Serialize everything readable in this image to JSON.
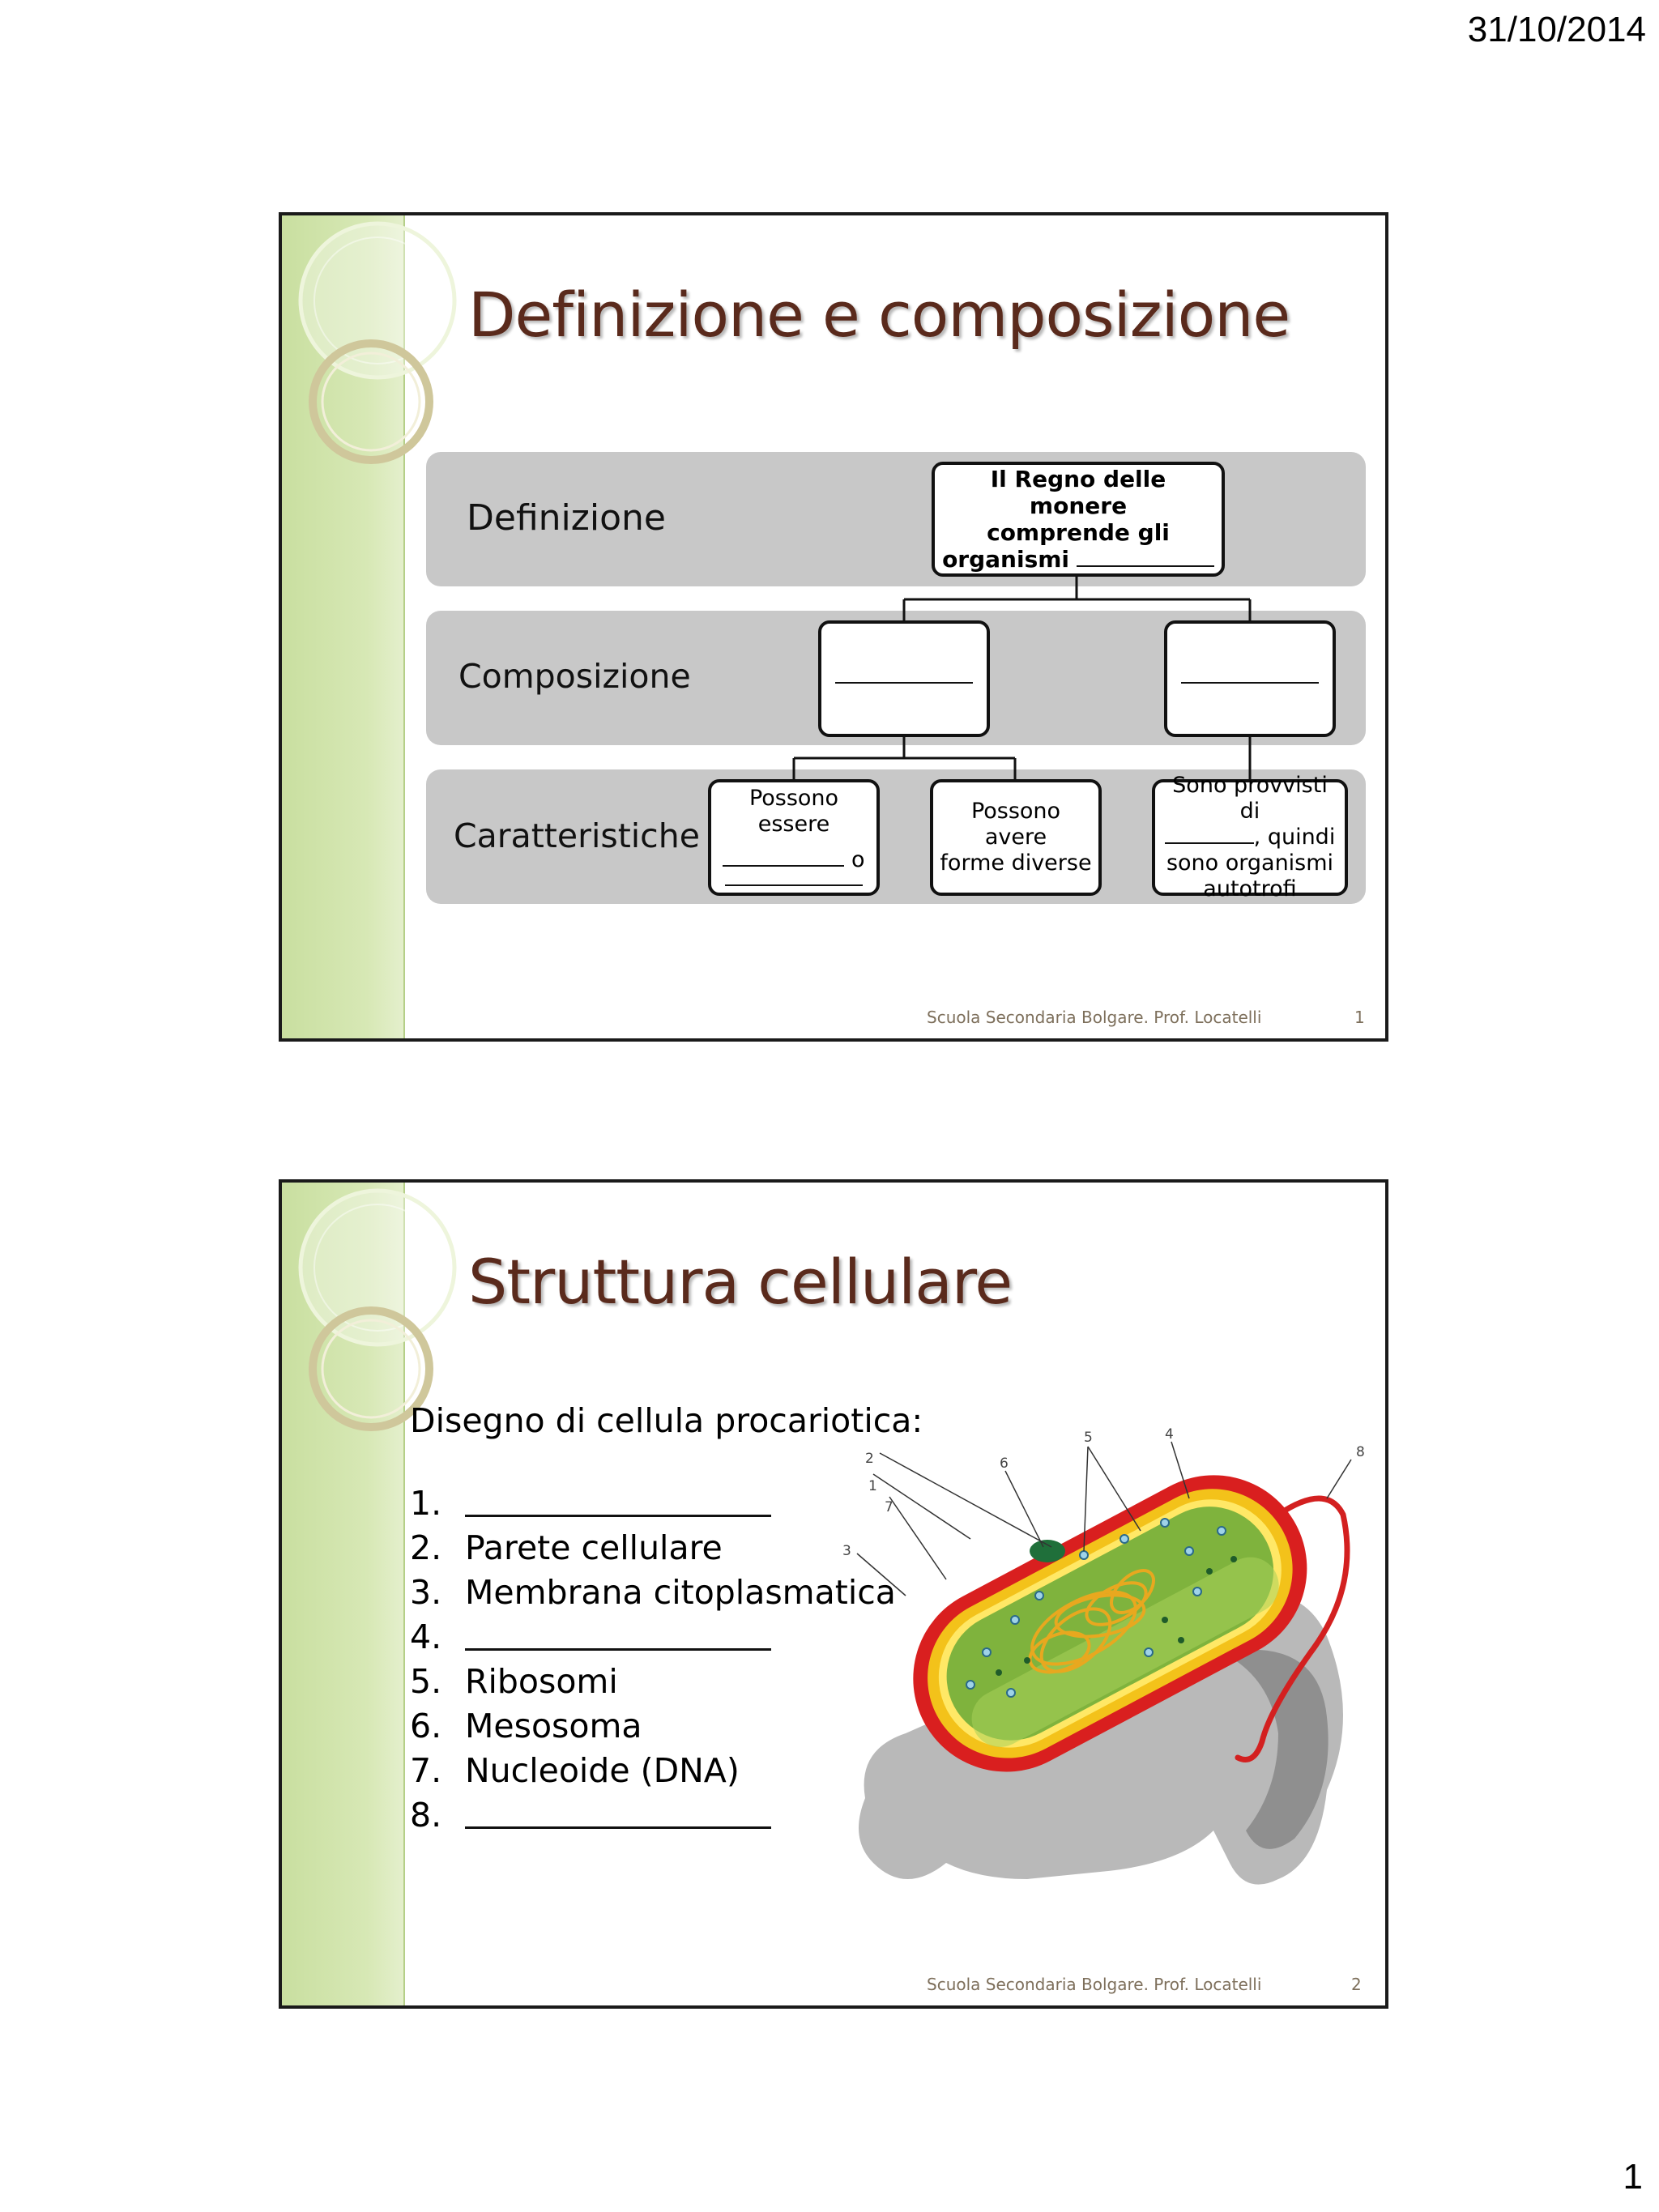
{
  "page": {
    "date": "31/10/2014",
    "number": "1"
  },
  "slide1": {
    "title": "Definizione e composizione",
    "bands": {
      "definizione": "Definizione",
      "composizione": "Composizione",
      "caratteristiche": "Caratteristiche"
    },
    "root_box": {
      "line1": "Il Regno delle monere",
      "line2": "comprende gli",
      "line3": "organismi"
    },
    "box_possono_essere": {
      "line1": "Possono",
      "line2": "essere",
      "or": "o"
    },
    "box_forme": {
      "line1": "Possono avere",
      "line2": "forme diverse"
    },
    "box_provvisti": {
      "line1": "Sono provvisti di",
      "line2_suffix": ", quindi",
      "line3": "sono organismi",
      "line4": "autotrofi"
    },
    "footer": "Scuola Secondaria Bolgare. Prof. Locatelli",
    "slide_number": "1"
  },
  "slide2": {
    "title": "Struttura cellulare",
    "intro": "Disegno di cellula procariotica:",
    "items": [
      {
        "num": "1.",
        "text": ""
      },
      {
        "num": "2.",
        "text": "Parete cellulare"
      },
      {
        "num": "3.",
        "text": "Membrana citoplasmatica"
      },
      {
        "num": "4.",
        "text": ""
      },
      {
        "num": "5.",
        "text": "Ribosomi"
      },
      {
        "num": "6.",
        "text": "Mesosoma"
      },
      {
        "num": "7.",
        "text": "Nucleoide (DNA)"
      },
      {
        "num": "8.",
        "text": ""
      }
    ],
    "figure_labels": [
      "1",
      "2",
      "3",
      "4",
      "5",
      "6",
      "7",
      "8"
    ],
    "footer": "Scuola Secondaria Bolgare. Prof. Locatelli",
    "slide_number": "2"
  },
  "colors": {
    "title": "#5a2a1c",
    "sidebar": "#d2e4ab",
    "band": "#c8c8c8",
    "footer": "#7d6f5b"
  }
}
